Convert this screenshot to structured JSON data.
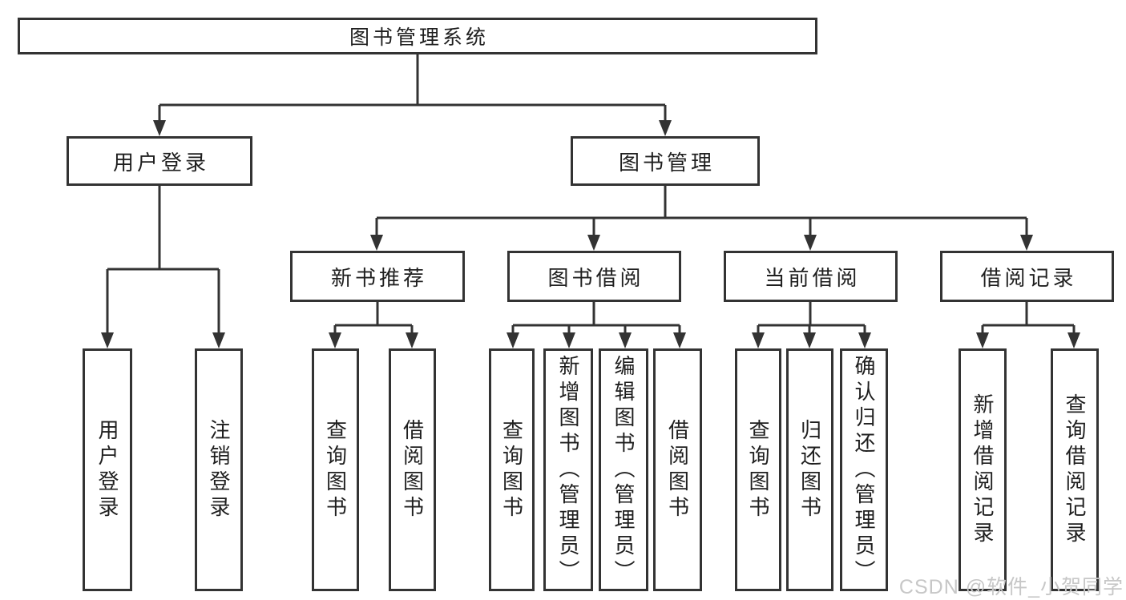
{
  "tree": {
    "label": "图书管理系统",
    "children": [
      {
        "label": "用户登录",
        "children": [
          {
            "label": "用户登录"
          },
          {
            "label": "注销登录"
          }
        ]
      },
      {
        "label": "图书管理",
        "children": [
          {
            "label": "新书推荐",
            "children": [
              {
                "label": "查询图书"
              },
              {
                "label": "借阅图书"
              }
            ]
          },
          {
            "label": "图书借阅",
            "children": [
              {
                "label": "查询图书"
              },
              {
                "label": "新增图书（管理员）"
              },
              {
                "label": "编辑图书（管理员）"
              },
              {
                "label": "借阅图书"
              }
            ]
          },
          {
            "label": "当前借阅",
            "children": [
              {
                "label": "查询图书"
              },
              {
                "label": "归还图书"
              },
              {
                "label": "确认归还（管理员）"
              }
            ]
          },
          {
            "label": "借阅记录",
            "children": [
              {
                "label": "新增借阅记录"
              },
              {
                "label": "查询借阅记录"
              }
            ]
          }
        ]
      }
    ]
  },
  "watermark": {
    "text": "CSDN @软件_小贺同学"
  },
  "colors": {
    "line": "#333333",
    "border": "#333333",
    "text": "#1f1f1f",
    "watermark": "#c7c7c7",
    "background": "#ffffff"
  }
}
